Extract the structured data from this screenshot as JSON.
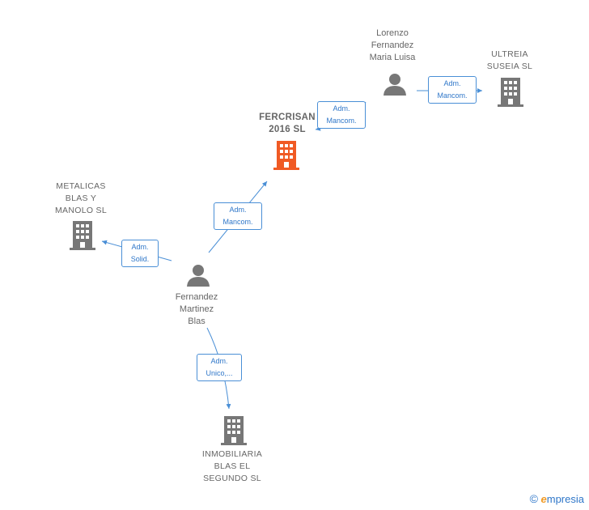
{
  "nodes": {
    "fercrisan": {
      "label": "FERCRISAN\n2016  SL",
      "type": "company",
      "color": "#f05a24"
    },
    "ultreia": {
      "label": "ULTREIA\nSUSEIA  SL",
      "type": "company",
      "color": "#777777"
    },
    "metalicas": {
      "label": "METALICAS\nBLAS Y\nMANOLO SL",
      "type": "company",
      "color": "#777777"
    },
    "inmobiliaria": {
      "label": "INMOBILIARIA\nBLAS EL\nSEGUNDO SL",
      "type": "company",
      "color": "#777777"
    },
    "lorenzo": {
      "label": "Lorenzo\nFernandez\nMaria Luisa",
      "type": "person",
      "color": "#777777"
    },
    "fernandez": {
      "label": "Fernandez\nMartinez\nBlas",
      "type": "person",
      "color": "#777777"
    }
  },
  "edges": [
    {
      "label": "Adm.\nMancom."
    },
    {
      "label": "Adm.\nMancom."
    },
    {
      "label": "Adm.\nMancom."
    },
    {
      "label": "Adm.\nSolid."
    },
    {
      "label": "Adm.\nUnico,..."
    }
  ],
  "footer": {
    "copyright": "©",
    "brand_e": "e",
    "brand_rest": "mpresia"
  },
  "colors": {
    "edge": "#4a8fd6",
    "highlight": "#f05a24",
    "gray": "#777777"
  }
}
